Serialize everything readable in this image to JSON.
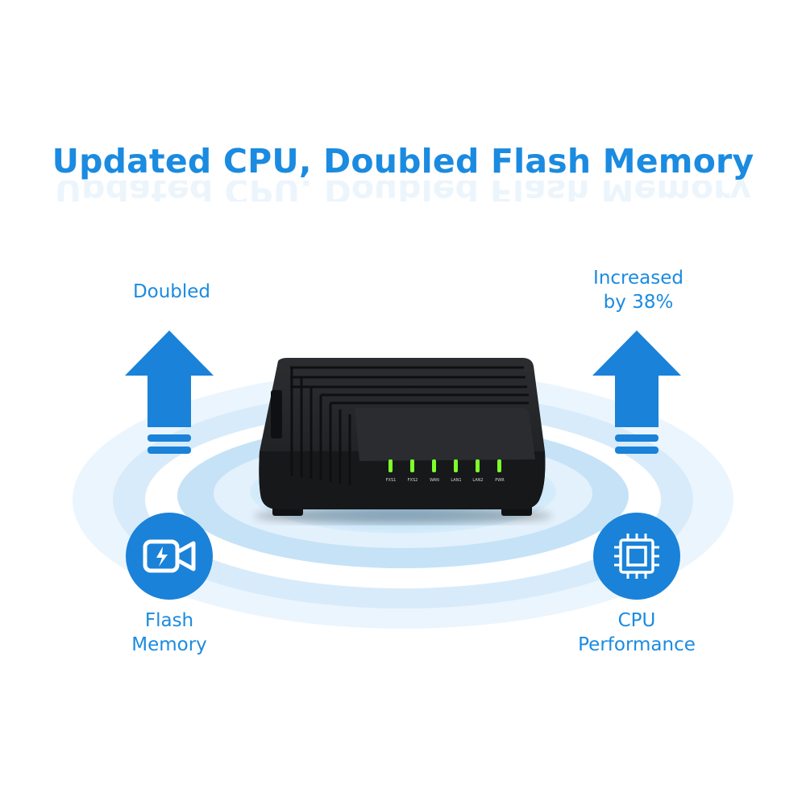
{
  "headline": "Updated CPU, Doubled Flash Memory",
  "left_feature": {
    "change": "Doubled",
    "name_line1": "Flash",
    "name_line2": "Memory",
    "icon": "flash-memory-icon"
  },
  "right_feature": {
    "change_line1": "Increased",
    "change_line2": "by 38%",
    "name_line1": "CPU",
    "name_line2": "Performance",
    "icon": "cpu-chip-icon"
  },
  "device_leds": [
    "FXS1",
    "FXS2",
    "WAN",
    "LAN1",
    "LAN2",
    "PWR"
  ],
  "colors": {
    "accent": "#1a8be0",
    "arrow": "#1a82d8",
    "led": "#7dff2a",
    "device": "#1e1f21"
  }
}
